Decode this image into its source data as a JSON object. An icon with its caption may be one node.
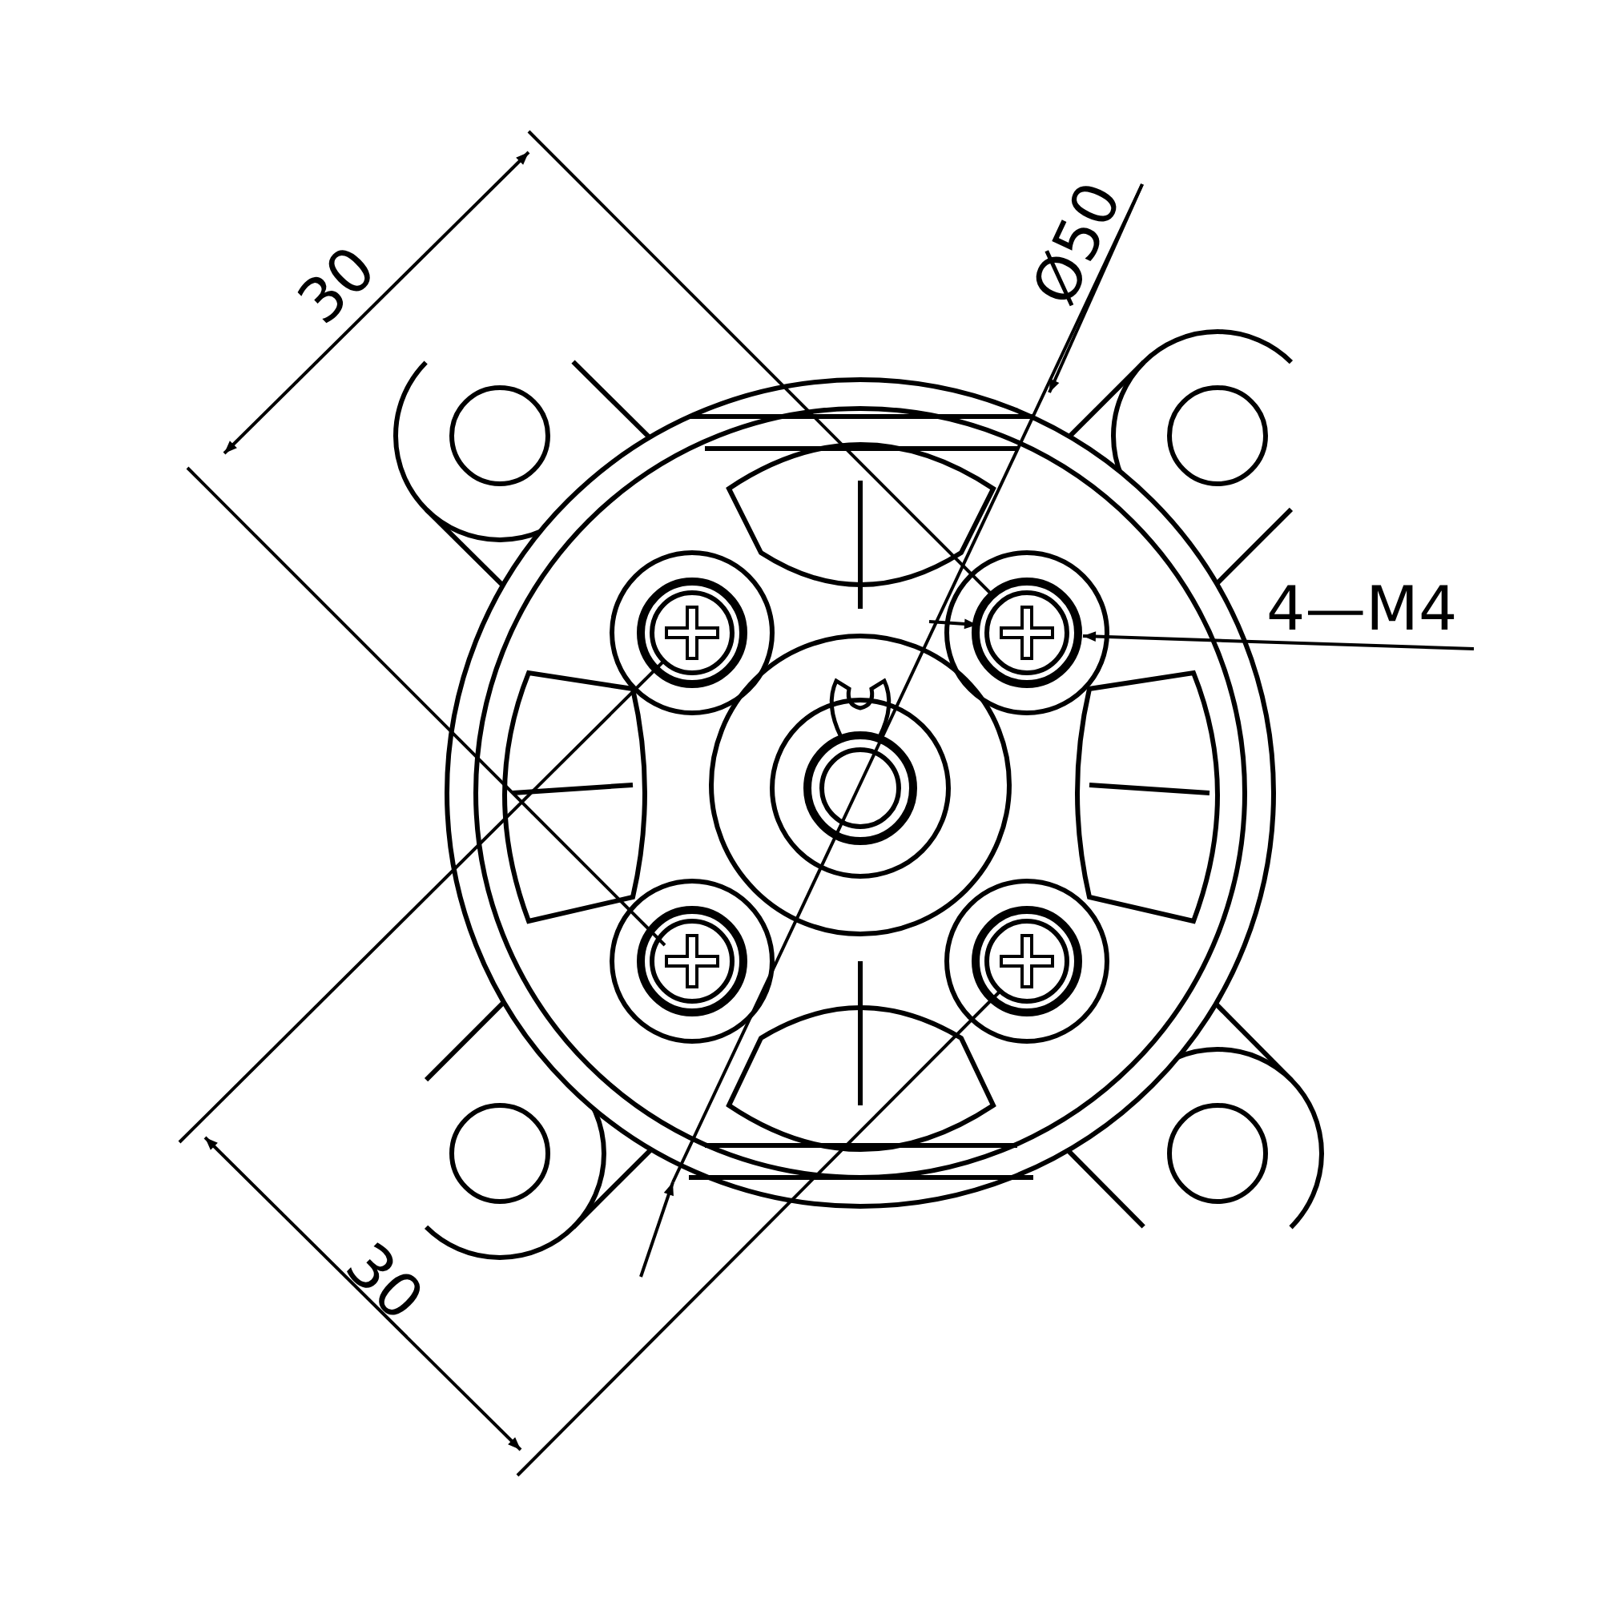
{
  "diagram": {
    "labels": [
      "30",
      "Ø50",
      "4—M4",
      "30"
    ]
  }
}
